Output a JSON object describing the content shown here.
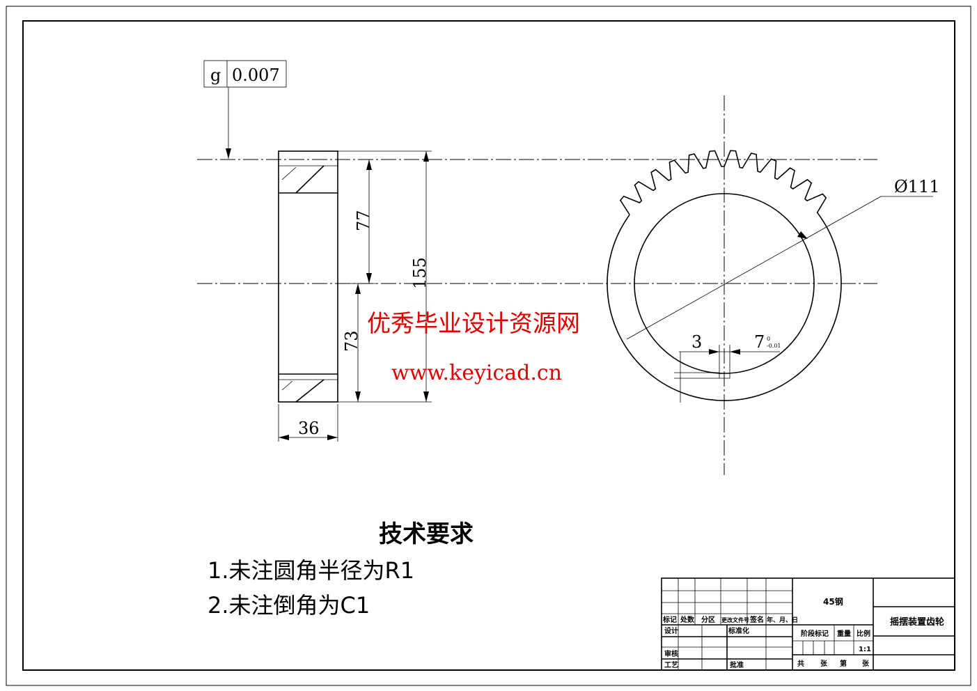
{
  "tolerance": {
    "symbol": "g",
    "value": "0.007"
  },
  "dimensions": {
    "d77": "77",
    "d155": "155",
    "d73": "73",
    "d36": "36",
    "dia": "Ø111",
    "key_w": "3",
    "key_d": "7",
    "key_tol_upper": "0",
    "key_tol_lower": "-0.01"
  },
  "watermark": {
    "line1": "优秀毕业设计资源网",
    "line2": "www.keyicad.cn",
    "color": "#e00000"
  },
  "requirements": {
    "title": "技术要求",
    "items": [
      "1.未注圆角半径为R1",
      "2.未注倒角为C1"
    ]
  },
  "title_block": {
    "material": "45钢",
    "part_name": "摇摆装置齿轮",
    "scale": "1:1",
    "headers": [
      "标记",
      "处数",
      "分区",
      "更改文件号",
      "签名",
      "年、月、日"
    ],
    "design": "设计",
    "standard": "标准化",
    "review": "审核",
    "process": "工艺",
    "approve": "批准",
    "stage": "阶段标记",
    "weight": "重量",
    "ratio": "比例",
    "total": "共",
    "sheets": "张",
    "page": "第",
    "page2": "张"
  }
}
